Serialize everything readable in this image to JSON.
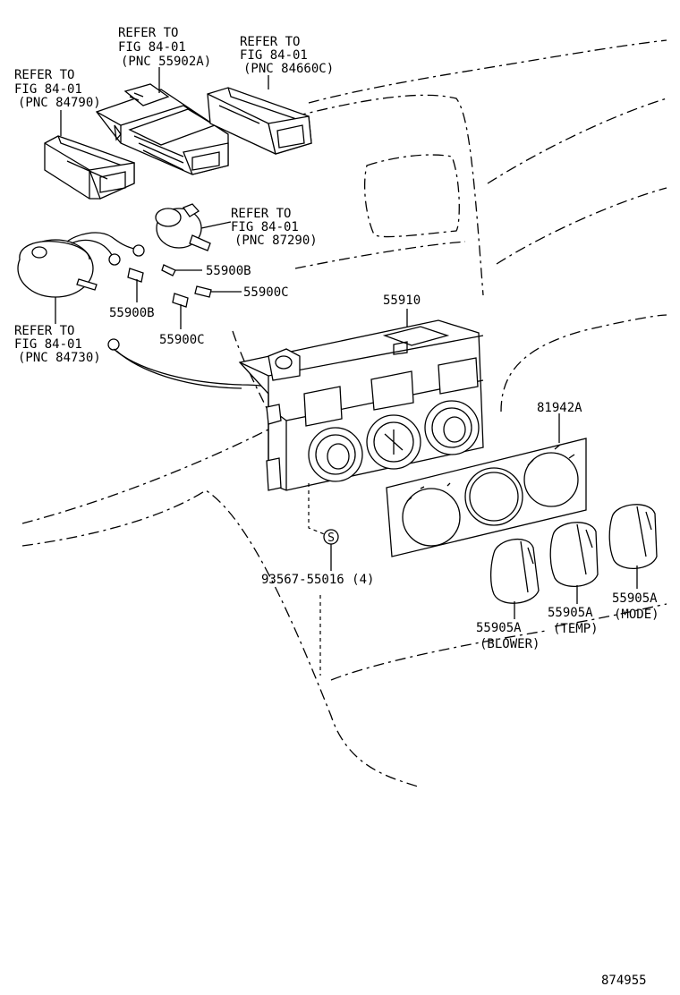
{
  "labels": {
    "ref_55902a": [
      "REFER TO",
      "FIG 84-01",
      "(PNC 55902A)"
    ],
    "ref_84660c": [
      "REFER TO",
      "FIG 84-01",
      "(PNC 84660C)"
    ],
    "ref_84790": [
      "REFER TO",
      "FIG 84-01",
      "(PNC 84790)"
    ],
    "ref_87290": [
      "REFER TO",
      "FIG 84-01",
      "(PNC 87290)"
    ],
    "ref_84730": [
      "REFER TO",
      "FIG 84-01",
      "(PNC 84730)"
    ],
    "part_55900b_right": "55900B",
    "part_55900b_left": "55900B",
    "part_55900c_right": "55900C",
    "part_55900c_left": "55900C",
    "part_55910": "55910",
    "part_81942a": "81942A",
    "part_93567": "93567-55016 (4)",
    "screw_mark": "S",
    "knob_blower": [
      "55905A",
      "(BLOWER)"
    ],
    "knob_temp": [
      "55905A",
      "(TEMP)"
    ],
    "knob_mode": [
      "55905A",
      "(MODE)"
    ],
    "figure_number": "874955"
  }
}
